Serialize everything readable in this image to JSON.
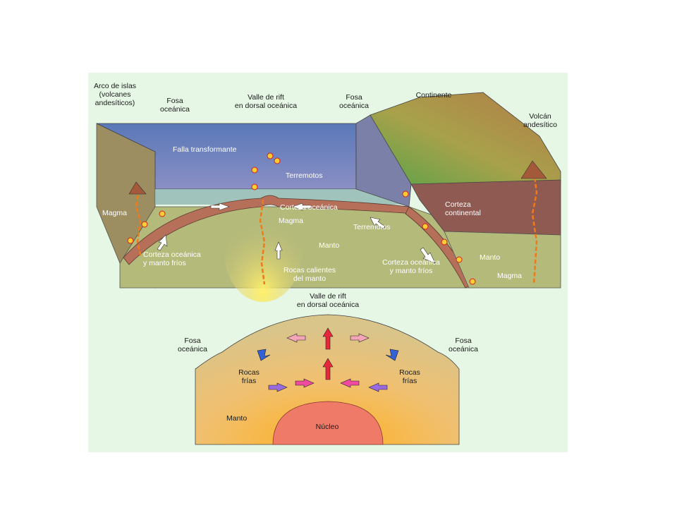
{
  "block_diagram": {
    "labels": {
      "island_arc": "Arco de islas\n(volcanes\nandesíticos)",
      "trench_left": "Fosa\noceánica",
      "rift_valley": "Valle de rift\nen dorsal oceánica",
      "trench_right": "Fosa\noceánica",
      "continent": "Continente",
      "andesitic_volcano": "Volcán\nandesítico",
      "transform_fault": "Falla transformante",
      "earthquakes_center": "Terremotos",
      "oceanic_crust": "Corteza oceánica",
      "magma_left": "Magma",
      "magma_center": "Magma",
      "earthquakes_right": "Terremotos",
      "continental_crust": "Corteza\ncontinental",
      "mantle_center": "Manto",
      "mantle_right": "Manto",
      "cold_crust_left": "Corteza oceánica\ny manto fríos",
      "hot_rocks": "Rocas calientes\ndel manto",
      "cold_crust_right": "Corteza oceánica\ny manto fríos",
      "magma_right": "Magma"
    }
  },
  "cross_section": {
    "labels": {
      "rift_valley": "Valle de rift\nen dorsal oceánica",
      "trench_left": "Fosa\noceánica",
      "trench_right": "Fosa\noceánica",
      "cold_rocks_left": "Rocas\nfrías",
      "cold_rocks_right": "Rocas\nfrías",
      "mantle": "Manto",
      "core": "Núcleo"
    }
  },
  "colors": {
    "background": "#e6f7e6",
    "ocean": "#6f86c0",
    "mantle": "#b4ba7a",
    "crust": "#b6705a",
    "continental_crust": "#8f5a52",
    "magma": "#f07a1a",
    "core": "#f07a68",
    "warm_arrow": "#e8283a",
    "cold_arrow": "#3462d6"
  }
}
